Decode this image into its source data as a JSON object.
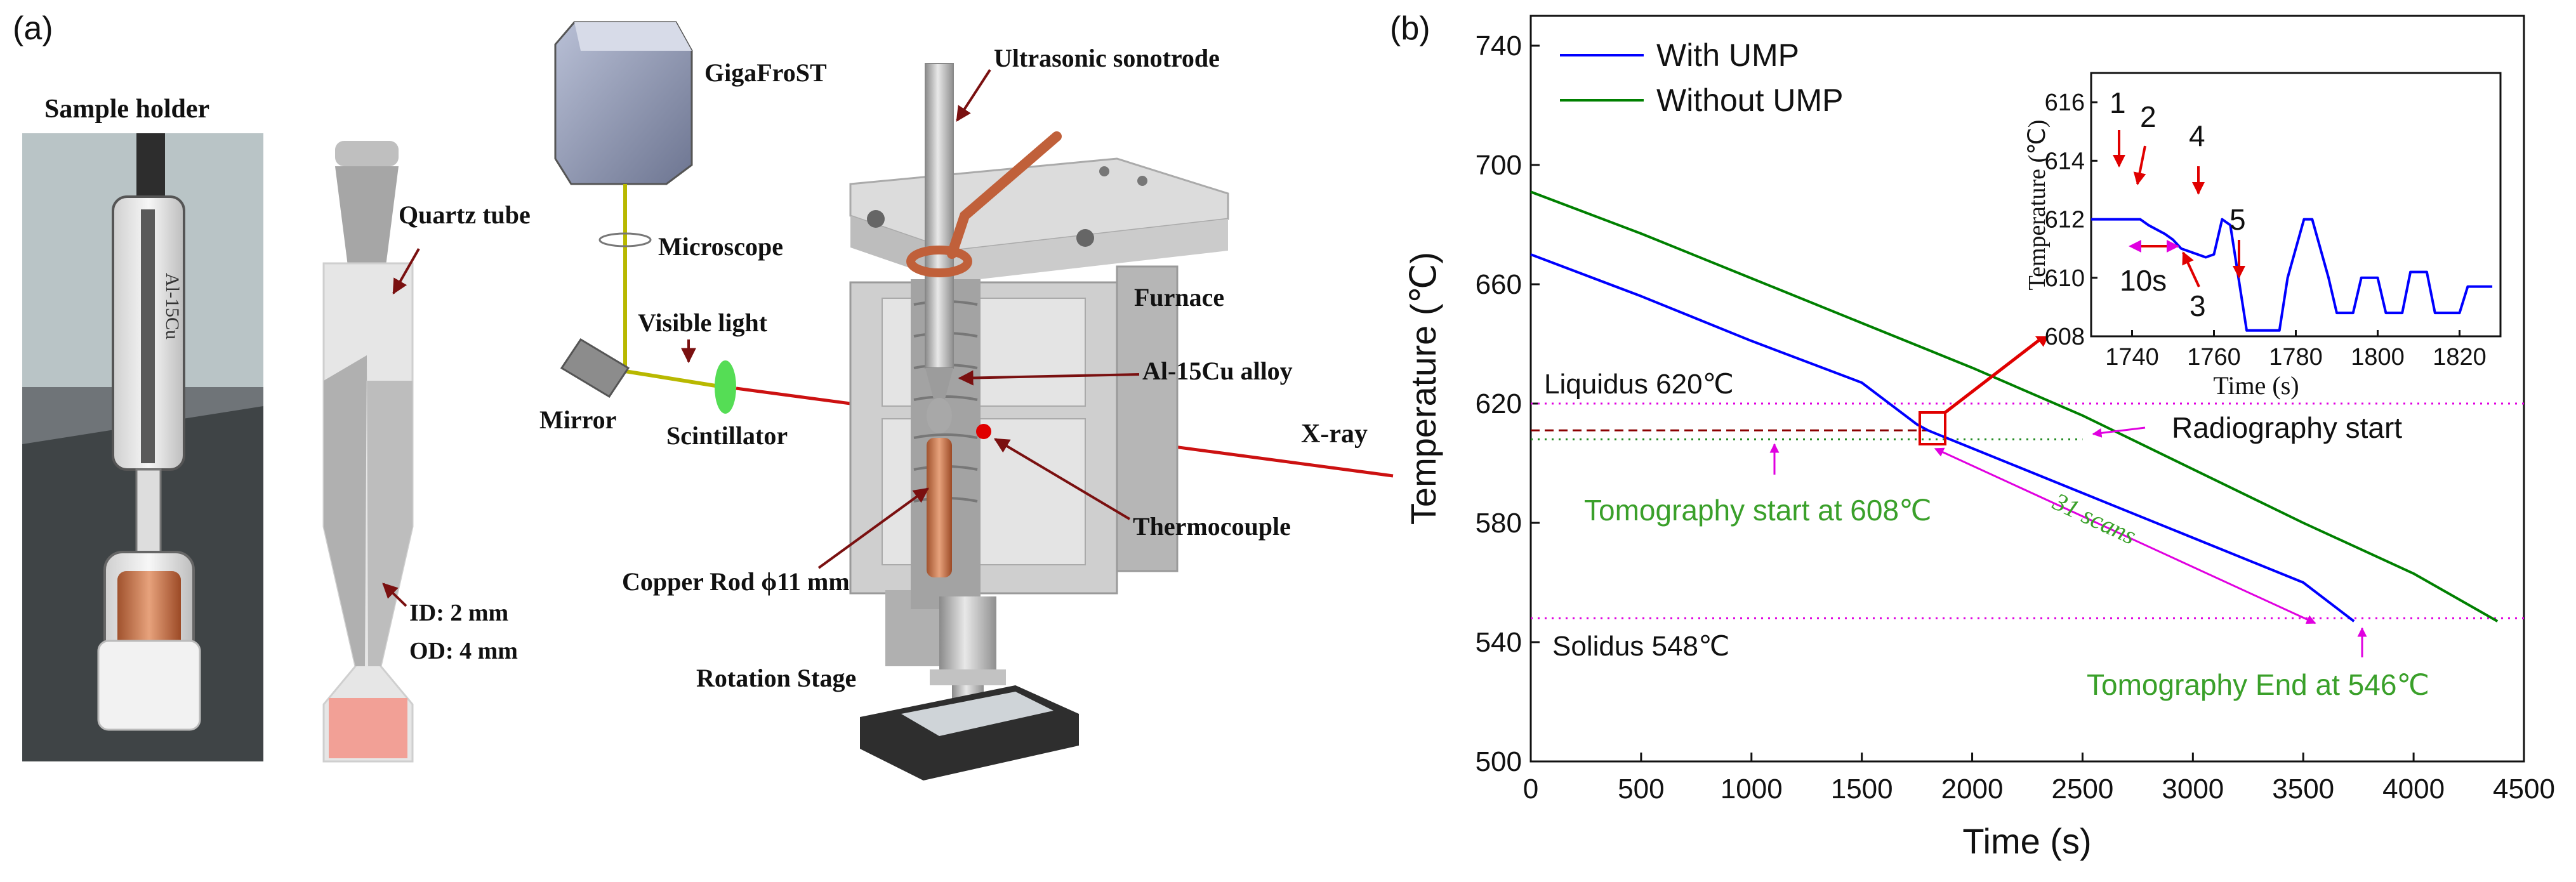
{
  "panel_a": {
    "label": "(a)",
    "photo_title": "Sample holder",
    "photo_tube_text": "Al-15Cu",
    "tube": {
      "quartz_label": "Quartz tube",
      "id_label": "ID:  2 mm",
      "od_label": "OD: 4 mm"
    },
    "setup": {
      "camera": "GigaFroST",
      "microscope": "Microscope",
      "visible_light": "Visible light",
      "mirror": "Mirror",
      "scintillator": "Scintillator",
      "sonotrode": "Ultrasonic sonotrode",
      "furnace": "Furnace",
      "alloy": "Al-15Cu alloy",
      "xray": "X-ray",
      "thermocouple": "Thermocouple",
      "copper_rod": "Copper Rod ϕ11 mm",
      "rotation_stage": "Rotation Stage"
    }
  },
  "panel_b": {
    "label": "(b)"
  },
  "chart_data": [
    {
      "type": "line",
      "xlabel": "Time (s)",
      "ylabel": "Temperature (℃)",
      "xlim": [
        0,
        4500
      ],
      "ylim": [
        500,
        750
      ],
      "xticks": [
        0,
        500,
        1000,
        1500,
        2000,
        2500,
        3000,
        3500,
        4000,
        4500
      ],
      "yticks": [
        500,
        540,
        580,
        620,
        660,
        700,
        740
      ],
      "legend_position": "top-left",
      "series": [
        {
          "name": "With UMP",
          "color": "#0000ff",
          "x": [
            0,
            500,
            1000,
            1500,
            1750,
            1800,
            2000,
            2500,
            3000,
            3500,
            3730
          ],
          "y": [
            670,
            656,
            641,
            627,
            613,
            611,
            605,
            590,
            575,
            560,
            547
          ]
        },
        {
          "name": "Without UMP",
          "color": "#008000",
          "x": [
            0,
            500,
            1000,
            1500,
            2000,
            2500,
            3000,
            3500,
            4000,
            4380
          ],
          "y": [
            691,
            677,
            662,
            647,
            632,
            616,
            598,
            580,
            563,
            547
          ]
        }
      ],
      "reference_lines": [
        {
          "label": "Liquidus 620℃",
          "y": 620,
          "color": "#e000e0",
          "style": "dotted"
        },
        {
          "label": "Solidus 548℃",
          "y": 548,
          "color": "#e000e0",
          "style": "dotted"
        },
        {
          "y": 611,
          "x_end": 1800,
          "color": "#8b0000",
          "style": "dashed"
        },
        {
          "y": 608,
          "x_end": 2500,
          "color": "#228b22",
          "style": "dotted"
        }
      ],
      "annotations": {
        "radiography_start": "Radiography start",
        "tomography_start": "Tomography start at 608℃",
        "tomography_end": "Tomography End at 546℃",
        "scans": "31 scans"
      },
      "colors": {
        "annotation_magenta": "#e000e0",
        "annotation_green": "#3aa02a",
        "highlight_red": "#e00000"
      }
    },
    {
      "type": "line",
      "xlabel": "Time (s)",
      "ylabel": "Temperature (℃)",
      "xlim": [
        1730,
        1830
      ],
      "ylim": [
        608,
        617
      ],
      "xticks": [
        1740,
        1760,
        1780,
        1800,
        1820
      ],
      "yticks": [
        608,
        610,
        612,
        614,
        616
      ],
      "series": [
        {
          "name": "With UMP",
          "color": "#0000ff",
          "x": [
            1730,
            1742,
            1744,
            1748,
            1750,
            1752,
            1756,
            1758,
            1760,
            1762,
            1764,
            1766,
            1768,
            1770,
            1772,
            1776,
            1778,
            1782,
            1784,
            1788,
            1790,
            1794,
            1796,
            1800,
            1802,
            1806,
            1808,
            1812,
            1814,
            1820,
            1822,
            1826,
            1828
          ],
          "y": [
            612,
            612,
            611.8,
            611.5,
            611.3,
            611.0,
            610.8,
            610.7,
            610.8,
            612,
            611.8,
            610,
            608.2,
            608.2,
            608.2,
            608.2,
            610,
            612,
            612,
            610,
            608.8,
            608.8,
            610,
            610,
            608.8,
            608.8,
            610.2,
            610.2,
            608.8,
            608.8,
            609.7,
            609.7,
            609.7
          ]
        }
      ],
      "markers": [
        "1",
        "2",
        "3",
        "4",
        "5"
      ],
      "interval_label": "10s"
    }
  ]
}
